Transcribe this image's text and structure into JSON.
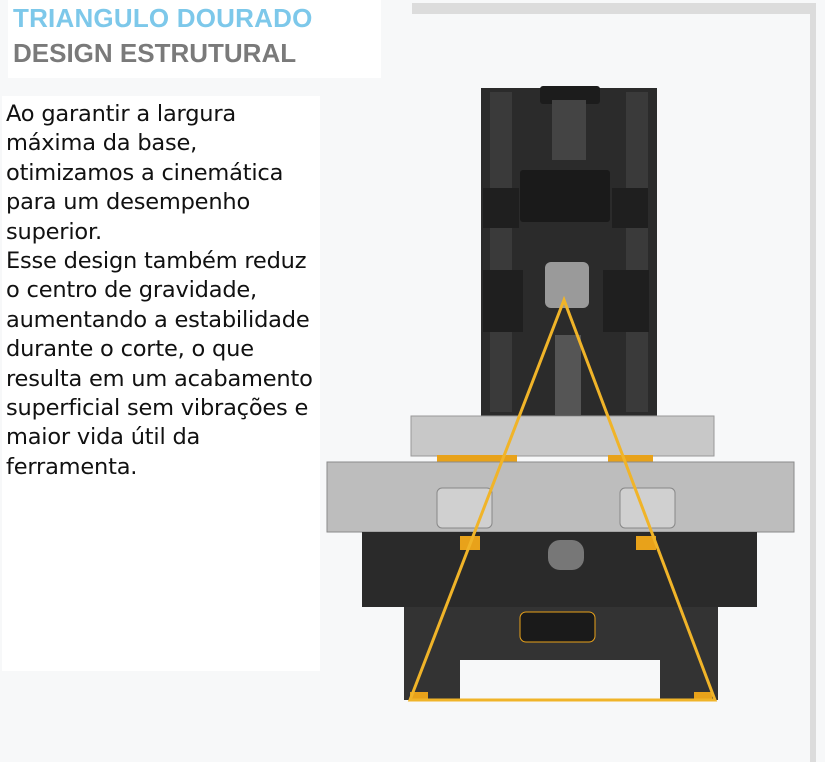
{
  "header": {
    "title": "TRIANGULO DOURADO",
    "subtitle": "DESIGN ESTRUTURAL"
  },
  "body": {
    "paragraphs": [
      "Ao garantir a largura máxima da base, otimizamos a cinemática para um desempenho superior.",
      "Esse design também reduz o centro de gravidade, aumentando a estabilidade durante o corte, o que resulta em um acabamento superficial sem vibrações e maior vida útil da ferramenta."
    ]
  },
  "colors": {
    "title": "#7dc8ea",
    "subtitle": "#7a7a7a",
    "triangle": "#f0b429"
  }
}
